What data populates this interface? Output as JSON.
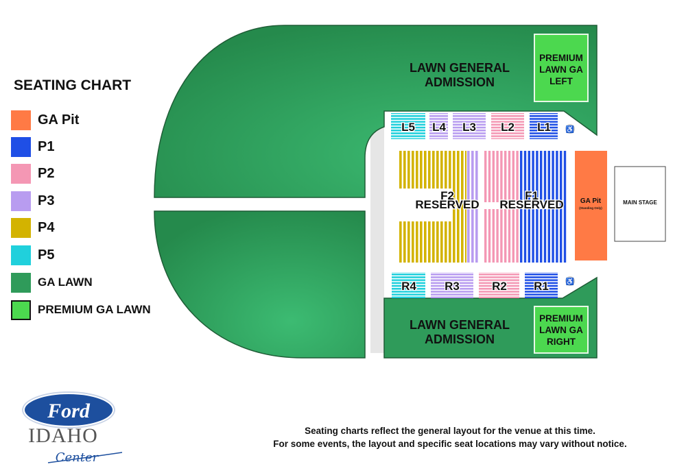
{
  "legend": {
    "title": "SEATING CHART",
    "items": [
      {
        "label": "GA Pit",
        "color": "#ff7a45"
      },
      {
        "label": "P1",
        "color": "#1f4fe6"
      },
      {
        "label": "P2",
        "color": "#f497b4"
      },
      {
        "label": "P3",
        "color": "#b89cf0"
      },
      {
        "label": "P4",
        "color": "#d3b300"
      },
      {
        "label": "P5",
        "color": "#20d0dc"
      },
      {
        "label": "GA LAWN",
        "color": "#2f9b5a"
      },
      {
        "label": "PREMIUM GA LAWN",
        "color": "#4cd84f"
      }
    ]
  },
  "venue": {
    "lawn_upper": [
      "LAWN GENERAL",
      "ADMISSION"
    ],
    "lawn_lower": [
      "LAWN GENERAL",
      "ADMISSION"
    ],
    "premium_left": [
      "PREMIUM",
      "LAWN GA",
      "LEFT"
    ],
    "premium_right": [
      "PREMIUM",
      "LAWN GA",
      "RIGHT"
    ],
    "left_sections": [
      "L5",
      "L4",
      "L3",
      "L2",
      "L1"
    ],
    "right_sections": [
      "R4",
      "R3",
      "R2",
      "R1"
    ],
    "floor_f2": {
      "name": "F2",
      "sub": "RESERVED"
    },
    "floor_f1": {
      "name": "F1",
      "sub": "RESERVED"
    },
    "ga_pit": {
      "name": "GA Pit",
      "sub": "(Standing Only)"
    },
    "stage": "MAIN STAGE"
  },
  "logo": {
    "brand": "Ford",
    "name": "IDAHO",
    "script": "Center"
  },
  "footer": {
    "line1": "Seating charts reflect the general layout for the venue at this time.",
    "line2": "For some events, the layout and specific seat locations may vary without notice."
  }
}
